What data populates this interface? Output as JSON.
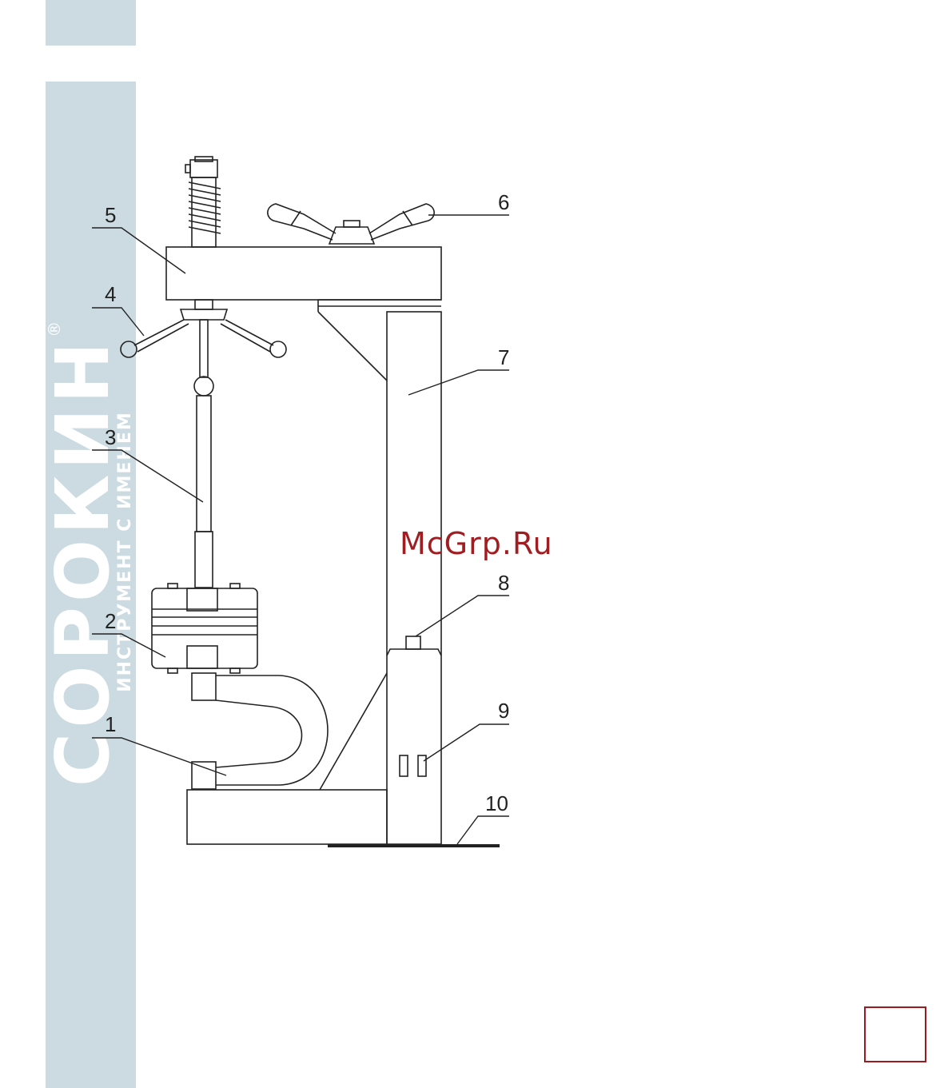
{
  "brand": {
    "name": "СОРОКИН",
    "trademark": "®",
    "tagline": "ИНСТРУМЕНТ С ИМЕНЕМ"
  },
  "watermark": "McGrp.Ru",
  "page_number": "",
  "diagram": {
    "callouts": [
      "1",
      "2",
      "3",
      "4",
      "5",
      "6",
      "7",
      "8",
      "9",
      "10"
    ]
  },
  "colors": {
    "sidebar": "#ccdbe1",
    "accent": "#9b1b1f",
    "line": "#222222"
  }
}
